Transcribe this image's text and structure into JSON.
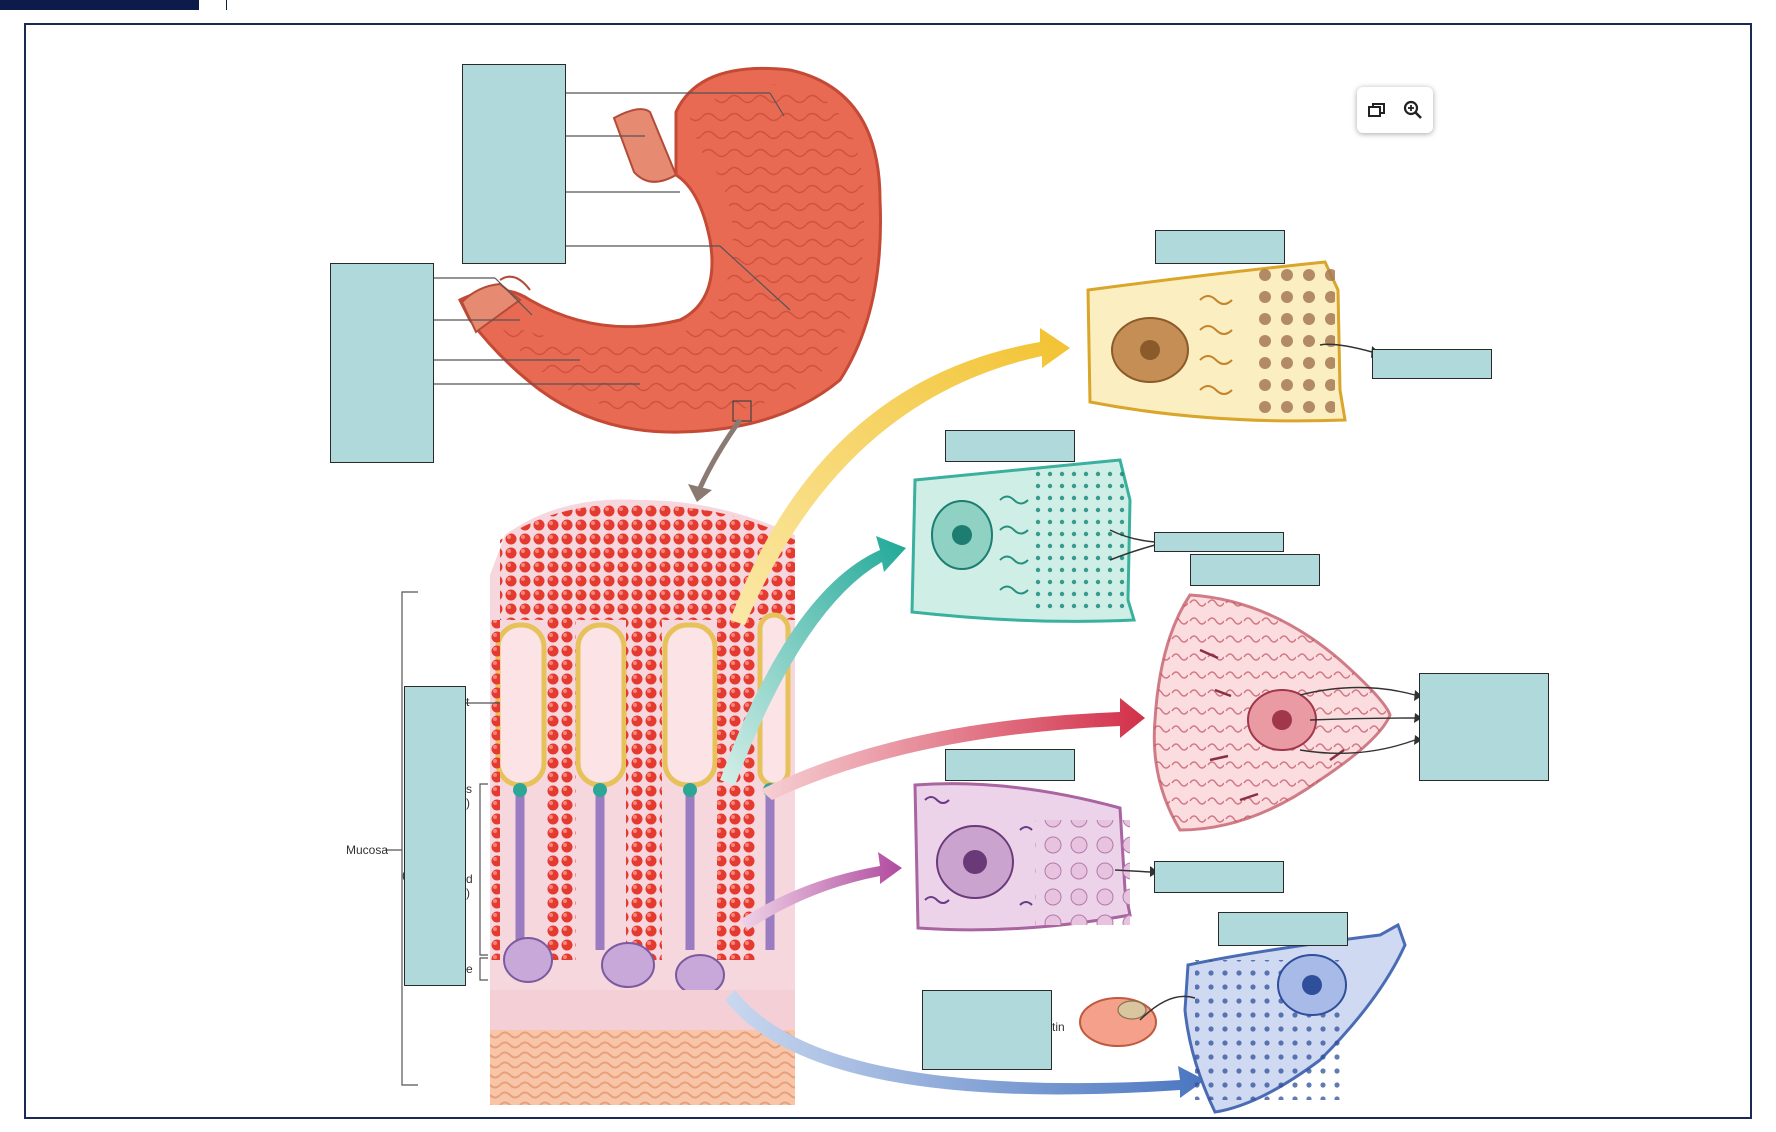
{
  "labels": {
    "mucosa": "Mucosa",
    "frag_s": "s",
    "frag_paren1": ")",
    "frag_t": "t",
    "frag_d": "d",
    "frag_paren2": ")",
    "frag_e": "e",
    "frag_paren_left": "(",
    "frag_tin": "tin"
  },
  "colors": {
    "label_box_fill": "#b0d9dc",
    "frame_border": "#1b2a55",
    "accent": "#0d1b4a",
    "yellow_arrow": "#f2c230",
    "teal_arrow": "#1fa898",
    "red_arrow": "#d2304a",
    "purple_arrow": "#b04a9e",
    "blue_arrow": "#4a76c0"
  },
  "toolbar": {
    "icons": [
      "restore-window-icon",
      "zoom-in-icon"
    ]
  }
}
